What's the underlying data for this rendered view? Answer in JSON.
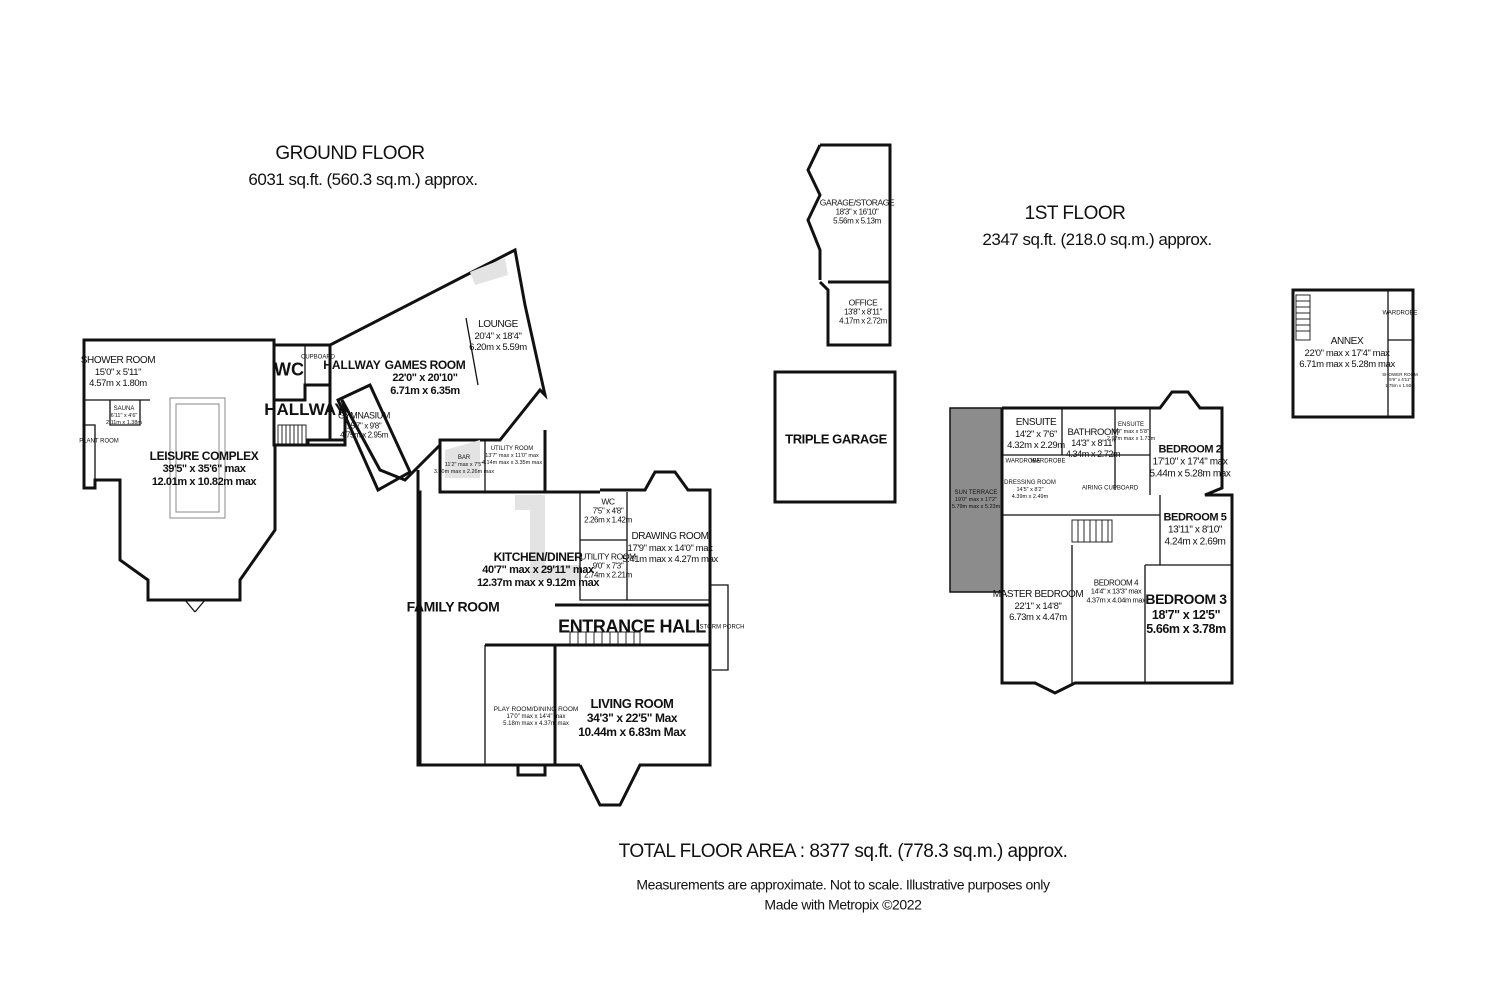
{
  "headings": {
    "ground_floor": {
      "title": "GROUND FLOOR",
      "area": "6031 sq.ft. (560.3 sq.m.) approx."
    },
    "first_floor": {
      "title": "1ST FLOOR",
      "area": "2347 sq.ft. (218.0 sq.m.) approx."
    }
  },
  "rooms": {
    "shower_room": {
      "name": "SHOWER ROOM",
      "dim_imperial": "15'0\"  x 5'11\"",
      "dim_metric": "4.57m  x 1.80m"
    },
    "sauna": {
      "name": "SAUNA",
      "dim_imperial": "6'11\" x 4'6\"",
      "dim_metric": "2.11m x 1.38m"
    },
    "plant_room": {
      "name": "PLANT ROOM"
    },
    "leisure_complex": {
      "name": "LEISURE COMPLEX",
      "dim_imperial": "39'5\"  x 35'6\" max",
      "dim_metric": "12.01m  x 10.82m max"
    },
    "wc_ground": {
      "name": "WC"
    },
    "cupboard": {
      "name": "CUPBOARD"
    },
    "hallway_left": {
      "name": "HALLWAY"
    },
    "hallway_upper": {
      "name": "HALLWAY"
    },
    "gymnasium": {
      "name": "GYMNASIUM",
      "dim_imperial": "15'7\"  x 9'8\"",
      "dim_metric": "4.75m  x 2.95m"
    },
    "games_room": {
      "name": "GAMES ROOM",
      "dim_imperial": "22'0\"  x 20'10\"",
      "dim_metric": "6.71m  x 6.35m"
    },
    "lounge": {
      "name": "LOUNGE",
      "dim_imperial": "20'4\"  x 18'4\"",
      "dim_metric": "6.20m  x 5.59m"
    },
    "bar": {
      "name": "BAR",
      "dim_imperial": "11'2\" max x 7'5\"",
      "dim_metric": "3.40m max x 2.26m max"
    },
    "utility_room_1": {
      "name": "UTILITY ROOM",
      "dim_imperial": "13'7\" max x 11'0\" max",
      "dim_metric": "4.14m max x 3.35m max"
    },
    "wc_kitchen": {
      "name": "WC",
      "dim_imperial": "7'5\"  x 4'8\"",
      "dim_metric": "2.26m  x 1.42m"
    },
    "utility_room_2": {
      "name": "UTILITY ROOM",
      "dim_imperial": "9'0\"  x 7'3\"",
      "dim_metric": "2.74m  x 2.21m"
    },
    "drawing_room": {
      "name": "DRAWING ROOM",
      "dim_imperial": "17'9\" max x 14'0\" max",
      "dim_metric": "5.41m max x 4.27m max"
    },
    "kitchen_diner": {
      "name": "KITCHEN/DINER",
      "dim_imperial": "40'7\" max x 29'11\" max",
      "dim_metric": "12.37m max x 9.12m max"
    },
    "family_room": {
      "name": "FAMILY ROOM"
    },
    "entrance_hall": {
      "name": "ENTRANCE HALL"
    },
    "storm_porch": {
      "name": "STORM PORCH"
    },
    "play_room": {
      "name": "PLAY ROOM/DINING ROOM",
      "dim_imperial": "17'0\" max x 14'4\" max",
      "dim_metric": "5.18m max x 4.37m max"
    },
    "living_room": {
      "name": "LIVING ROOM",
      "dim_imperial": "34'3\"  x 22'5\" Max",
      "dim_metric": "10.44m  x 6.83m Max"
    },
    "garage_storage": {
      "name": "GARAGE/STORAGE",
      "dim_imperial": "18'3\"  x 16'10\"",
      "dim_metric": "5.56m  x 5.13m"
    },
    "office": {
      "name": "OFFICE",
      "dim_imperial": "13'8\"  x 8'11\"",
      "dim_metric": "4.17m  x 2.72m"
    },
    "triple_garage": {
      "name": "TRIPLE GARAGE"
    },
    "sun_terrace": {
      "name": "SUN TERRACE",
      "dim_imperial": "19'0\" max x 17'2\"",
      "dim_metric": "5.79m max x 5.23m"
    },
    "ensuite_1": {
      "name": "ENSUITE",
      "dim_imperial": "14'2\"  x 7'6\"",
      "dim_metric": "4.32m  x 2.29m"
    },
    "bathroom": {
      "name": "BATHROOM",
      "dim_imperial": "14'3\"  x 8'11\"",
      "dim_metric": "4.34m  x 2.72m"
    },
    "ensuite_2": {
      "name": "ENSUITE",
      "dim_imperial": "9'9\" max x 5'8\"",
      "dim_metric": "2.97m max x 1.73m"
    },
    "bedroom_2": {
      "name": "BEDROOM 2",
      "dim_imperial": "17'10\"  x 17'4\" max",
      "dim_metric": "5.44m  x 5.28m max"
    },
    "dressing_room": {
      "name": "DRESSING ROOM",
      "dim_imperial": "14'5\"  x 8'2\"",
      "dim_metric": "4.39m  x 2.49m"
    },
    "wardrobe_a": {
      "name": "WARDROBE"
    },
    "wardrobe_b": {
      "name": "WARDROBE"
    },
    "airing_cupboard": {
      "name": "AIRING CUPBOARD"
    },
    "bedroom_5": {
      "name": "BEDROOM 5",
      "dim_imperial": "13'11\"  x 8'10\"",
      "dim_metric": "4.24m  x 2.69m"
    },
    "master_bedroom": {
      "name": "MASTER BEDROOM",
      "dim_imperial": "22'1\"  x 14'8\"",
      "dim_metric": "6.73m  x 4.47m"
    },
    "bedroom_4": {
      "name": "BEDROOM 4",
      "dim_imperial": "14'4\"  x 13'3\" max",
      "dim_metric": "4.37m  x 4.04m max"
    },
    "bedroom_3": {
      "name": "BEDROOM 3",
      "dim_imperial": "18'7\"  x 12'5\"",
      "dim_metric": "5.66m  x 3.78m"
    },
    "annex": {
      "name": "ANNEX",
      "dim_imperial": "22'0\" max x 17'4\" max",
      "dim_metric": "6.71m max x 5.28m max"
    },
    "annex_wardrobe": {
      "name": "WARDROBE"
    },
    "annex_shower": {
      "name": "SHOWER ROOM",
      "dim_imperial": "5'9\" x 4'11\"",
      "dim_metric": "1.75m x 1.50m"
    }
  },
  "footer": {
    "total": "TOTAL FLOOR AREA : 8377 sq.ft. (778.3 sq.m.) approx.",
    "disclaimer": "Measurements are approximate.  Not to scale.  Illustrative purposes only",
    "credit": "Made with Metropix ©2022"
  }
}
